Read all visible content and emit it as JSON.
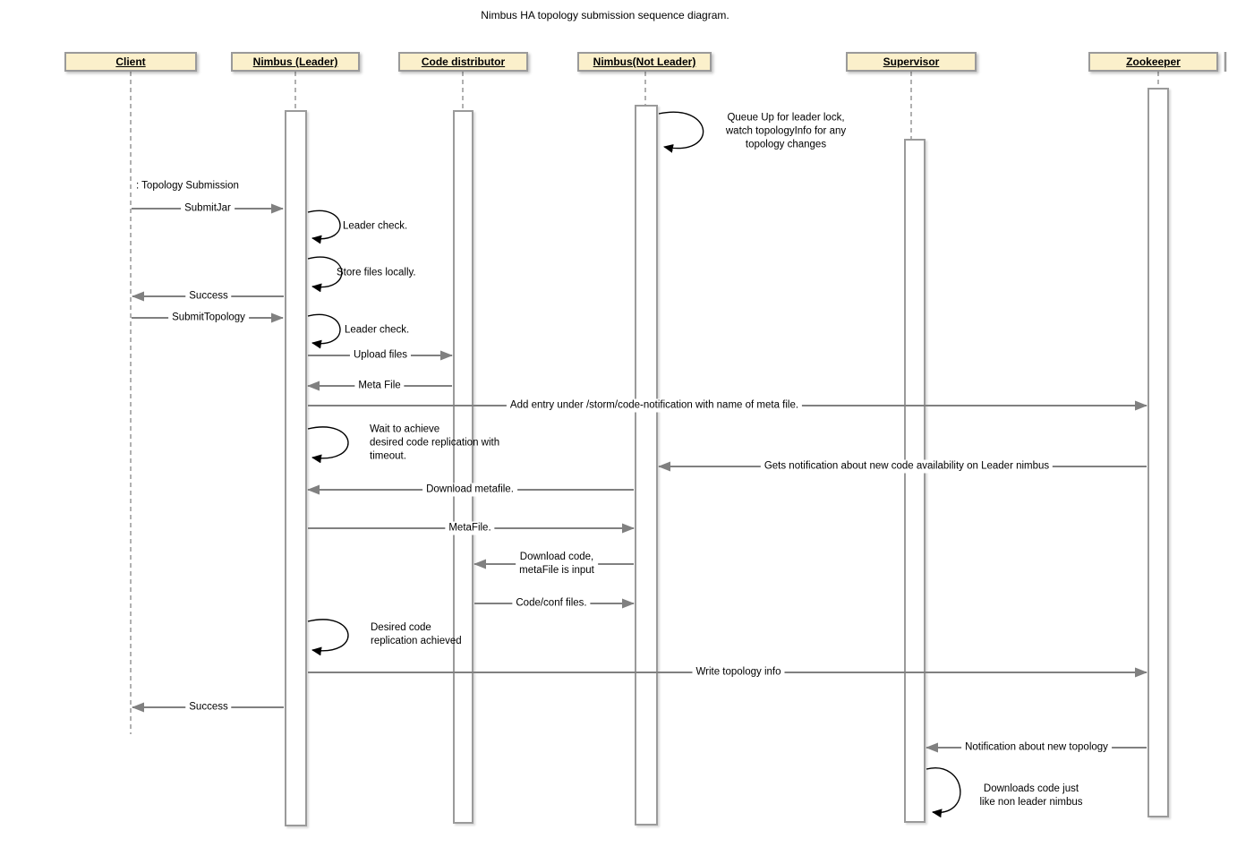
{
  "title": "Nimbus HA topology submission sequence diagram.",
  "actors": [
    {
      "label": "Client"
    },
    {
      "label": "Nimbus (Leader)"
    },
    {
      "label": "Code distributor"
    },
    {
      "label": "Nimbus(Not Leader)"
    },
    {
      "label": "Supervisor"
    },
    {
      "label": "Zookeeper"
    }
  ],
  "notes": {
    "topology_submission": ": Topology Submission"
  },
  "messages": [
    {
      "label": "SubmitJar",
      "from": "Client",
      "to": "Nimbus (Leader)"
    },
    {
      "label": "Success",
      "from": "Nimbus (Leader)",
      "to": "Client"
    },
    {
      "label": "SubmitTopology",
      "from": "Client",
      "to": "Nimbus (Leader)"
    },
    {
      "label": "Upload files",
      "from": "Nimbus (Leader)",
      "to": "Code distributor"
    },
    {
      "label": "Meta File",
      "from": "Code distributor",
      "to": "Nimbus (Leader)"
    },
    {
      "label": "Add entry under /storm/code-notification with name of meta file.",
      "from": "Nimbus (Leader)",
      "to": "Zookeeper"
    },
    {
      "label": "Gets notification about new code availability on Leader nimbus",
      "from": "Zookeeper",
      "to": "Nimbus(Not Leader)"
    },
    {
      "label": "Download metafile.",
      "from": "Nimbus(Not Leader)",
      "to": "Nimbus (Leader)"
    },
    {
      "label": "MetaFile.",
      "from": "Nimbus (Leader)",
      "to": "Nimbus(Not Leader)"
    },
    {
      "label": "Download code,\nmetaFile is input",
      "from": "Nimbus(Not Leader)",
      "to": "Code distributor"
    },
    {
      "label": "Code/conf files.",
      "from": "Code distributor",
      "to": "Nimbus(Not Leader)"
    },
    {
      "label": "Write topology info",
      "from": "Nimbus (Leader)",
      "to": "Zookeeper"
    },
    {
      "label": "Success",
      "from": "Nimbus (Leader)",
      "to": "Client"
    },
    {
      "label": "Notification about new topology",
      "from": "Zookeeper",
      "to": "Supervisor"
    }
  ],
  "self_messages": [
    {
      "label": "Queue Up for leader lock,\nwatch topologyInfo for any\ntopology changes",
      "actor": "Nimbus(Not Leader)"
    },
    {
      "label": "Leader check.",
      "actor": "Nimbus (Leader)"
    },
    {
      "label": "Store files locally.",
      "actor": "Nimbus (Leader)"
    },
    {
      "label": "Leader check.",
      "actor": "Nimbus (Leader)"
    },
    {
      "label": "Wait to achieve\ndesired code replication with\ntimeout.",
      "actor": "Nimbus (Leader)"
    },
    {
      "label": "Desired code\n replication achieved",
      "actor": "Nimbus (Leader)"
    },
    {
      "label": "Downloads code just\nlike non leader nimbus",
      "actor": "Supervisor"
    }
  ],
  "colors": {
    "actor_fill": "#fbf0cb",
    "actor_border": "#9a9a9a",
    "message_arrow": "#808080",
    "self_arrow": "#000000",
    "lifeline": "#b0b0b0",
    "activation_fill": "#ffffff",
    "text": "#000000"
  }
}
